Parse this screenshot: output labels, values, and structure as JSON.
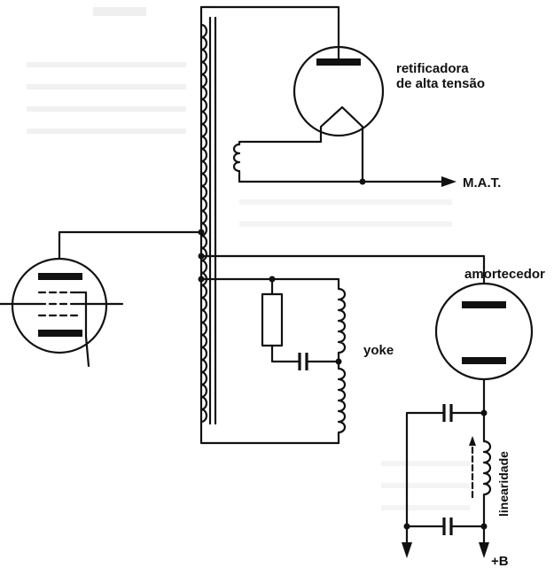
{
  "labels": {
    "rectifier_line1": "retificadora",
    "rectifier_line2": "de alta tensão",
    "mat": "M.A.T.",
    "damper": "amortecedor",
    "yoke": "yoke",
    "linearity": "linearidade",
    "supply": "+B"
  },
  "colors": {
    "ink": "#111111",
    "paper": "#ffffff",
    "show_through": "#d0d0d0"
  }
}
